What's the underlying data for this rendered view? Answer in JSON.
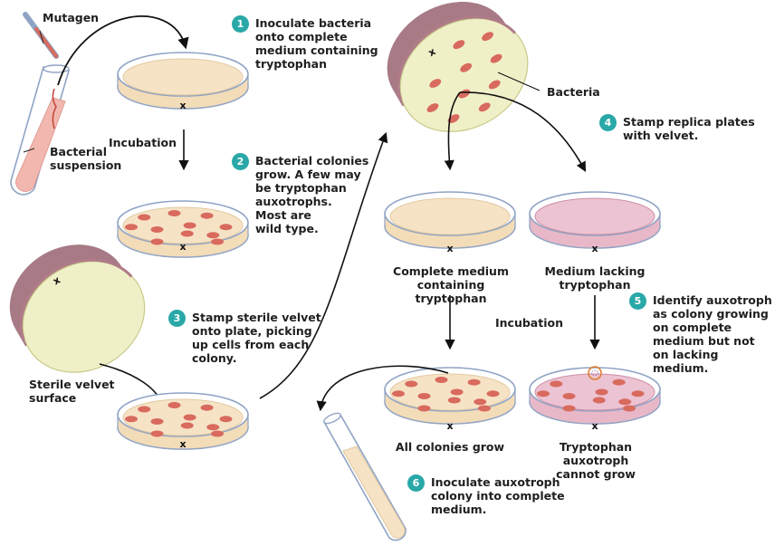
{
  "title": "Replica plating to identify tryptophan auxotrophs",
  "colors": {
    "badge": "#2aa8a8",
    "complete_medium": "#f6e3c6",
    "lacking_medium": "#ecc3d3",
    "colony": "#d86a5e",
    "plate_rim": "#8fa3c4",
    "velvet_face": "#f0f0c8",
    "velvet_side": "#a77a86",
    "tube_liquid": "#f2b8b0",
    "auxotroph_marker": "#e07a2a"
  },
  "labels": {
    "mutagen": "Mutagen",
    "bacterial_suspension": "Bacterial\nsuspension",
    "incubation_1": "Incubation",
    "sterile_velvet_surface": "Sterile velvet\nsurface",
    "bacteria": "Bacteria",
    "complete_medium": "Complete medium\ncontaining tryptophan",
    "medium_lacking": "Medium lacking\ntryptophan",
    "incubation_2": "Incubation",
    "all_colonies_grow": "All colonies grow",
    "auxotroph_cannot_grow": "Tryptophan auxotroph\ncannot grow",
    "plate_mark": "x"
  },
  "steps": [
    {
      "number": "1",
      "text": "Inoculate bacteria\nonto complete\nmedium containing\ntryptophan"
    },
    {
      "number": "2",
      "text": "Bacterial colonies\ngrow. A few may\nbe tryptophan\nauxotrophs.\nMost are\nwild type."
    },
    {
      "number": "3",
      "text": "Stamp sterile velvet\nonto plate, picking\nup cells from each\ncolony."
    },
    {
      "number": "4",
      "text": "Stamp replica plates\nwith velvet."
    },
    {
      "number": "5",
      "text": "Identify auxotroph\nas colony growing\non complete\nmedium but not\non lacking medium."
    },
    {
      "number": "6",
      "text": "Inoculate auxotroph\ncolony into complete\nmedium."
    }
  ]
}
